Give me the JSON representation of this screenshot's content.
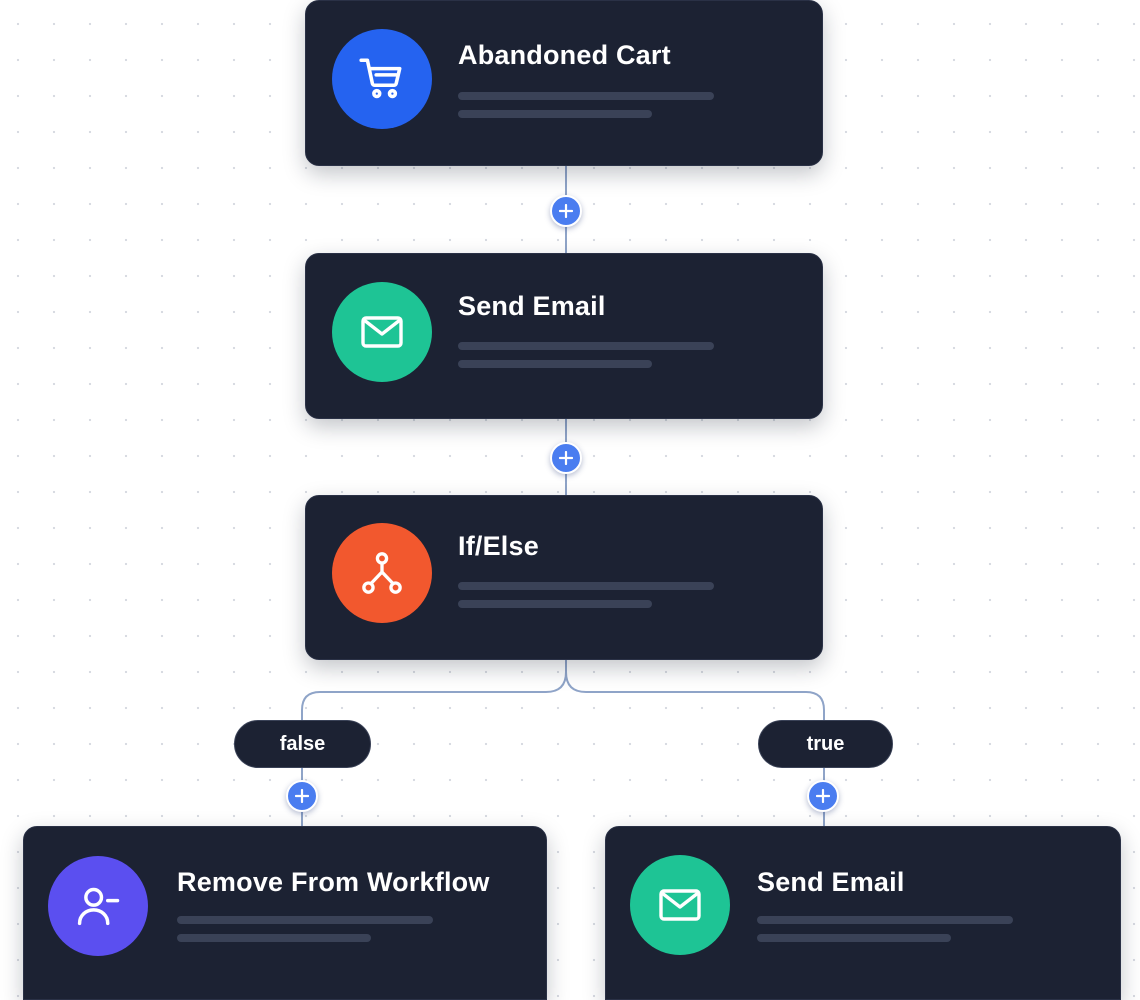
{
  "nodes": {
    "abandoned_cart": {
      "title": "Abandoned Cart",
      "icon": "cart-icon",
      "color": "#2563f0"
    },
    "send_email_1": {
      "title": "Send Email",
      "icon": "envelope-icon",
      "color": "#1ec495"
    },
    "if_else": {
      "title": "If/Else",
      "icon": "branch-icon",
      "color": "#f2582e"
    },
    "remove_from_workflow": {
      "title": "Remove From Workflow",
      "icon": "user-minus-icon",
      "color": "#5b4ff0"
    },
    "send_email_2": {
      "title": "Send Email",
      "icon": "envelope-icon",
      "color": "#1ec495"
    }
  },
  "branches": {
    "false_label": "false",
    "true_label": "true"
  },
  "colors": {
    "canvas": "#ffffff",
    "node_bg": "#1c2233",
    "connector": "#8fa4c8",
    "plus_button": "#4a7df0"
  },
  "add_step_icon": "plus-icon"
}
